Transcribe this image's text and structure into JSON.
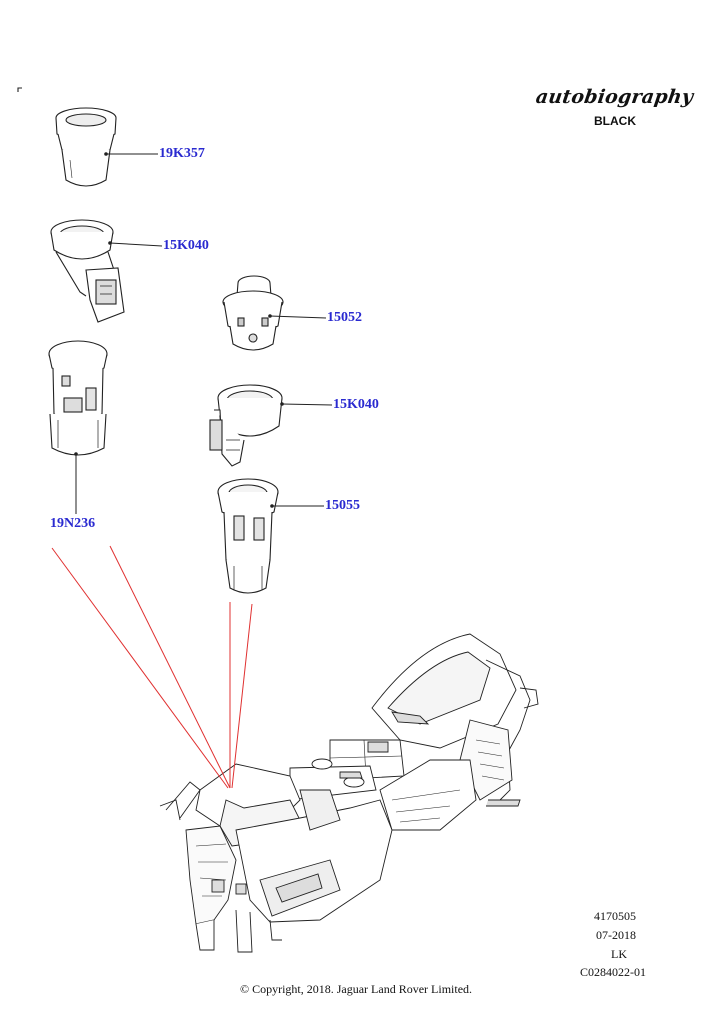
{
  "brand": {
    "script": "autobiography",
    "sub": "BLACK"
  },
  "callouts": {
    "p19K357": "19K357",
    "p15K040_top": "15K040",
    "p15052": "15052",
    "p15K040_mid": "15K040",
    "p19N236": "19N236",
    "p15055": "15055"
  },
  "meta": {
    "number": "4170505",
    "date": "07-2018",
    "code": "LK",
    "ref": "C0284022-01"
  },
  "copyright": "© Copyright, 2018. Jaguar Land Rover Limited.",
  "colors": {
    "callout": "#2a2ad0",
    "leader_red": "#e03030",
    "line": "#222222"
  }
}
